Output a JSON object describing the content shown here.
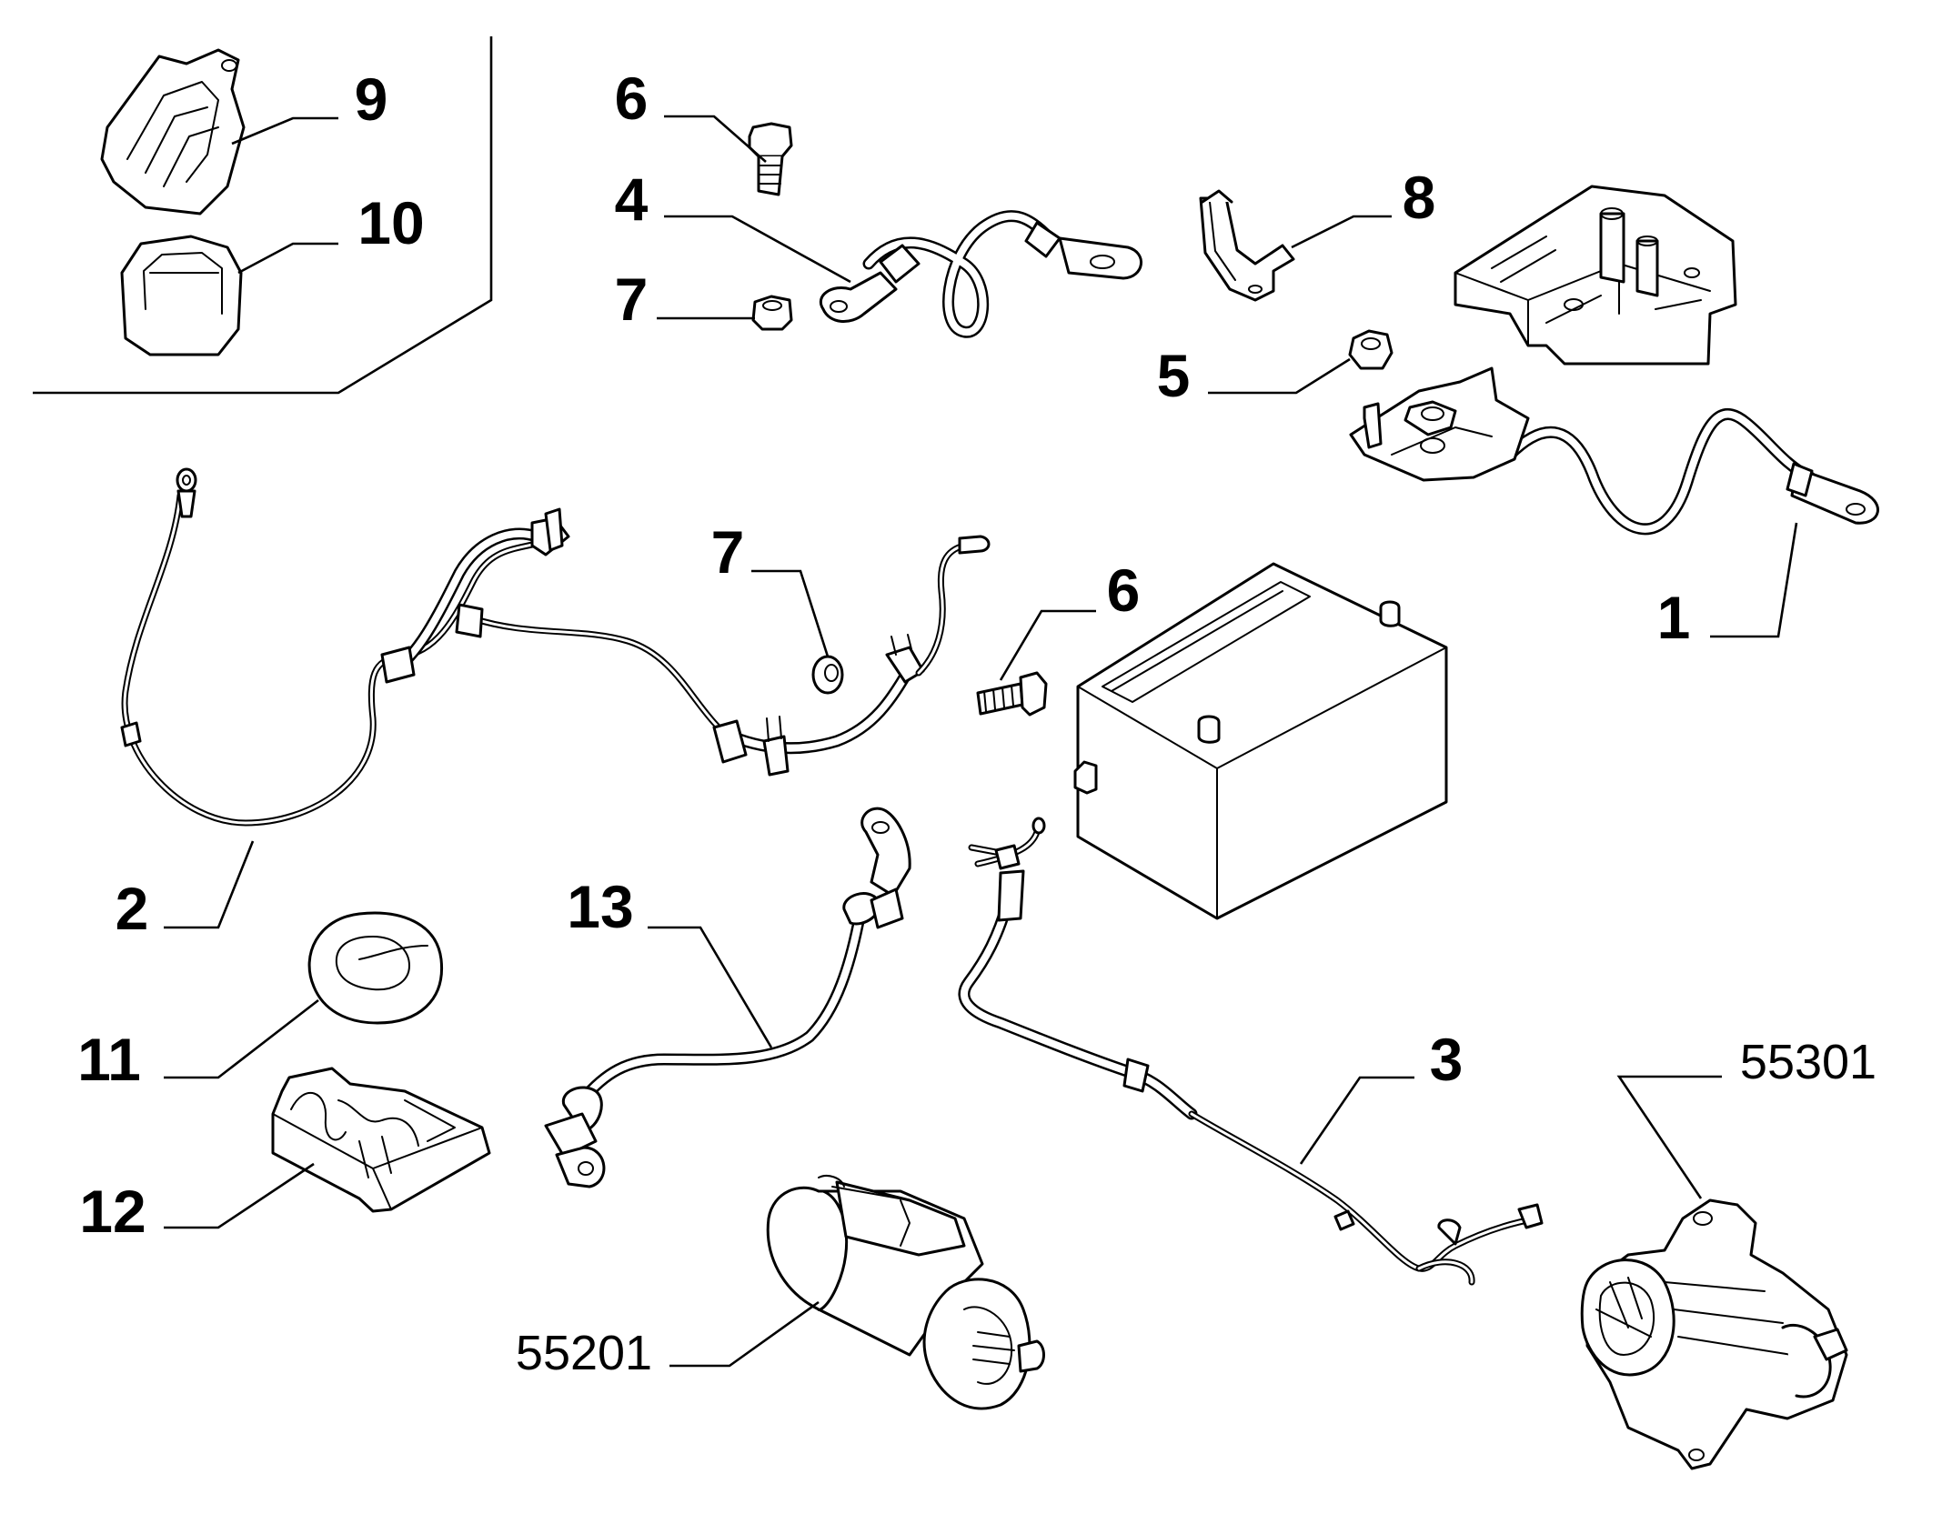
{
  "diagram": {
    "callouts": [
      {
        "id": "9",
        "label": "9"
      },
      {
        "id": "10",
        "label": "10"
      },
      {
        "id": "6a",
        "label": "6"
      },
      {
        "id": "4",
        "label": "4"
      },
      {
        "id": "7a",
        "label": "7"
      },
      {
        "id": "8",
        "label": "8"
      },
      {
        "id": "5",
        "label": "5"
      },
      {
        "id": "1",
        "label": "1"
      },
      {
        "id": "7b",
        "label": "7"
      },
      {
        "id": "6b",
        "label": "6"
      },
      {
        "id": "2",
        "label": "2"
      },
      {
        "id": "13",
        "label": "13"
      },
      {
        "id": "11",
        "label": "11"
      },
      {
        "id": "12",
        "label": "12"
      },
      {
        "id": "3",
        "label": "3"
      },
      {
        "id": "55301",
        "label": "55301"
      },
      {
        "id": "55201",
        "label": "55201"
      }
    ]
  }
}
